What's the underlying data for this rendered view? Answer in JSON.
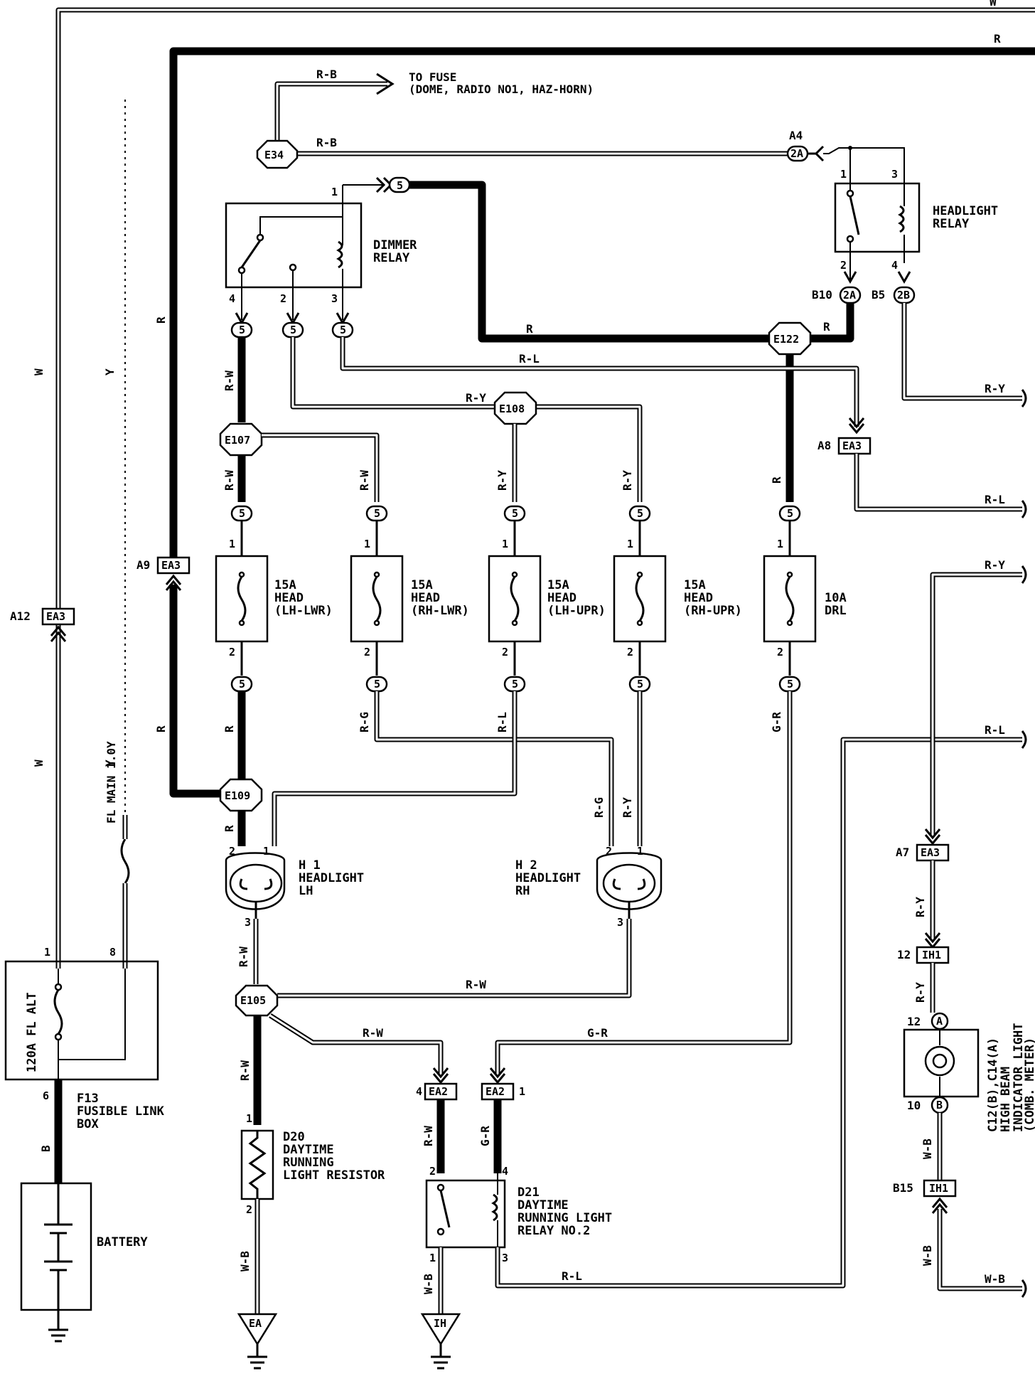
{
  "wire_codes": {
    "w": "W",
    "r": "R",
    "rb": "R-B",
    "y": "Y",
    "rw": "R-W",
    "ry": "R-Y",
    "rl": "R-L",
    "rg": "R-G",
    "gr": "G-R",
    "wb": "W-B",
    "b": "B"
  },
  "labels": {
    "to_fuse_1": "TO FUSE",
    "to_fuse_2": "(DOME, RADIO NO1, HAZ-HORN)",
    "headlight_relay_1": "HEADLIGHT",
    "headlight_relay_2": "RELAY",
    "dimmer_relay_1": "DIMMER",
    "dimmer_relay_2": "RELAY",
    "fl_main": "FL MAIN 1.0Y",
    "fusible_1": "120A FL ALT",
    "f13": "F13",
    "f13_2": "FUSIBLE LINK",
    "f13_3": "BOX",
    "battery": "BATTERY",
    "h1": "H 1",
    "h1_2": "HEADLIGHT",
    "h1_3": "LH",
    "h2": "H 2",
    "h2_2": "HEADLIGHT",
    "h2_3": "RH",
    "d20": "D20",
    "d20_2": "DAYTIME",
    "d20_3": "RUNNING",
    "d20_4": "LIGHT RESISTOR",
    "d21": "D21",
    "d21_2": "DAYTIME",
    "d21_3": "RUNNING LIGHT",
    "d21_4": "RELAY NO.2",
    "indicator_1": "C12(B),C14(A)",
    "indicator_2": "HIGH BEAM",
    "indicator_3": "INDICATOR LIGHT",
    "indicator_4": "(COMB. METER)"
  },
  "fuses": [
    {
      "rating": "15A",
      "name": "HEAD",
      "pos": "(LH-LWR)"
    },
    {
      "rating": "15A",
      "name": "HEAD",
      "pos": "(RH-LWR)"
    },
    {
      "rating": "15A",
      "name": "HEAD",
      "pos": "(LH-UPR)"
    },
    {
      "rating": "15A",
      "name": "HEAD",
      "pos": "(RH-UPR)"
    },
    {
      "rating": "10A",
      "name": "DRL",
      "pos": ""
    }
  ],
  "connectors": {
    "ea3": "EA3",
    "ea2": "EA2",
    "ih1": "IH1",
    "c2a": "2A",
    "c2b": "2B",
    "c5": "5",
    "a": "A",
    "b": "B"
  },
  "junctions": {
    "e34": "E34",
    "e122": "E122",
    "e107": "E107",
    "e108": "E108",
    "e109": "E109",
    "e105": "E105"
  },
  "connector_ids": {
    "a12": "A12",
    "a9": "A9",
    "a8": "A8",
    "a7": "A7",
    "a4": "A4",
    "b10": "B10",
    "b5": "B5",
    "b15": "B15",
    "n12": "12",
    "n10": "10"
  },
  "grounds": {
    "ea": "EA",
    "ih": "IH"
  },
  "pins": {
    "p1": "1",
    "p2": "2",
    "p3": "3",
    "p4": "4",
    "p8": "8",
    "p6": "6"
  }
}
